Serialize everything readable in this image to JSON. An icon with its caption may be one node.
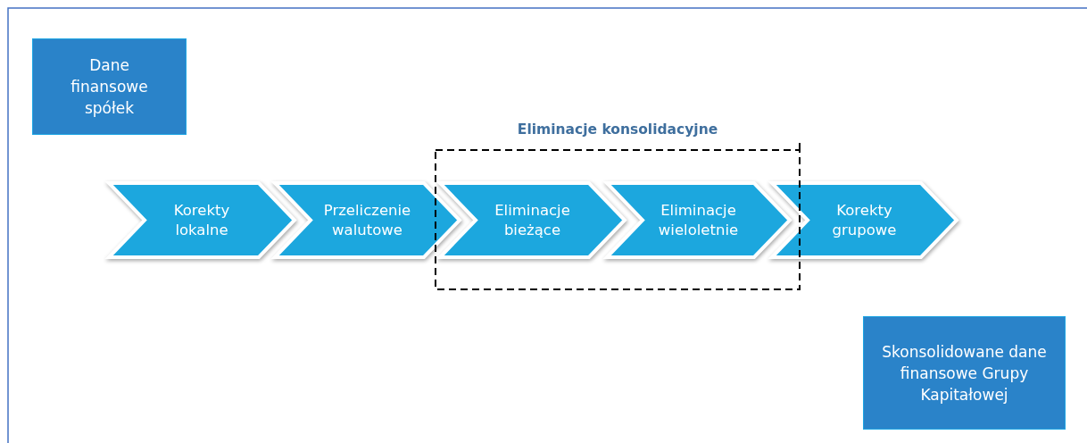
{
  "diagram": {
    "nodes": [
      {
        "text": [
          "Dane finansowe spółek"
        ]
      },
      {
        "text": [
          "Korekty lokalne"
        ]
      },
      {
        "text": [
          "Przeliczenie walutowe"
        ]
      },
      {
        "text": [
          "Eliminacje konsolidacyjne"
        ]
      },
      {
        "text": [
          "Eliminacje bieżące"
        ],
        "in": 3
      },
      {
        "text": [
          "Eliminacje wieloletnie"
        ],
        "in": 3
      },
      {
        "text": [
          "Korekty grupowe"
        ]
      },
      {
        "text": [
          "Skonsolidowane dane finansowe Grupy Kapitałowej"
        ]
      }
    ],
    "edges": []
  }
}
